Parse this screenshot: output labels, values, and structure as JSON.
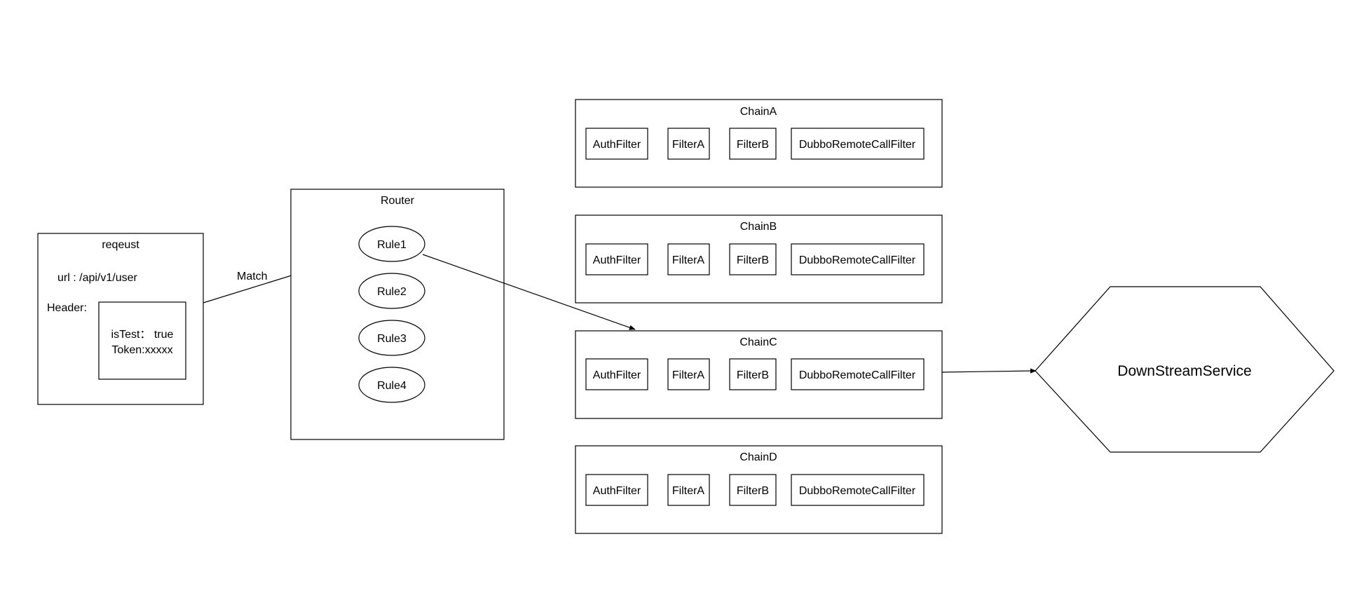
{
  "request": {
    "title": "reqeust",
    "url_line": "url : /api/v1/user",
    "header_label": "Header:",
    "header_values": [
      "isTest： true",
      "Token:xxxxx"
    ]
  },
  "edge_match_label": "Match",
  "router": {
    "title": "Router",
    "rules": [
      "Rule1",
      "Rule2",
      "Rule3",
      "Rule4"
    ]
  },
  "chains": [
    {
      "title": "ChainA",
      "filters": [
        "AuthFilter",
        "FilterA",
        "FilterB",
        "DubboRemoteCallFilter"
      ]
    },
    {
      "title": "ChainB",
      "filters": [
        "AuthFilter",
        "FilterA",
        "FilterB",
        "DubboRemoteCallFilter"
      ]
    },
    {
      "title": "ChainC",
      "filters": [
        "AuthFilter",
        "FilterA",
        "FilterB",
        "DubboRemoteCallFilter"
      ]
    },
    {
      "title": "ChainD",
      "filters": [
        "AuthFilter",
        "FilterA",
        "FilterB",
        "DubboRemoteCallFilter"
      ]
    }
  ],
  "downstream": {
    "label": "DownStreamService"
  }
}
